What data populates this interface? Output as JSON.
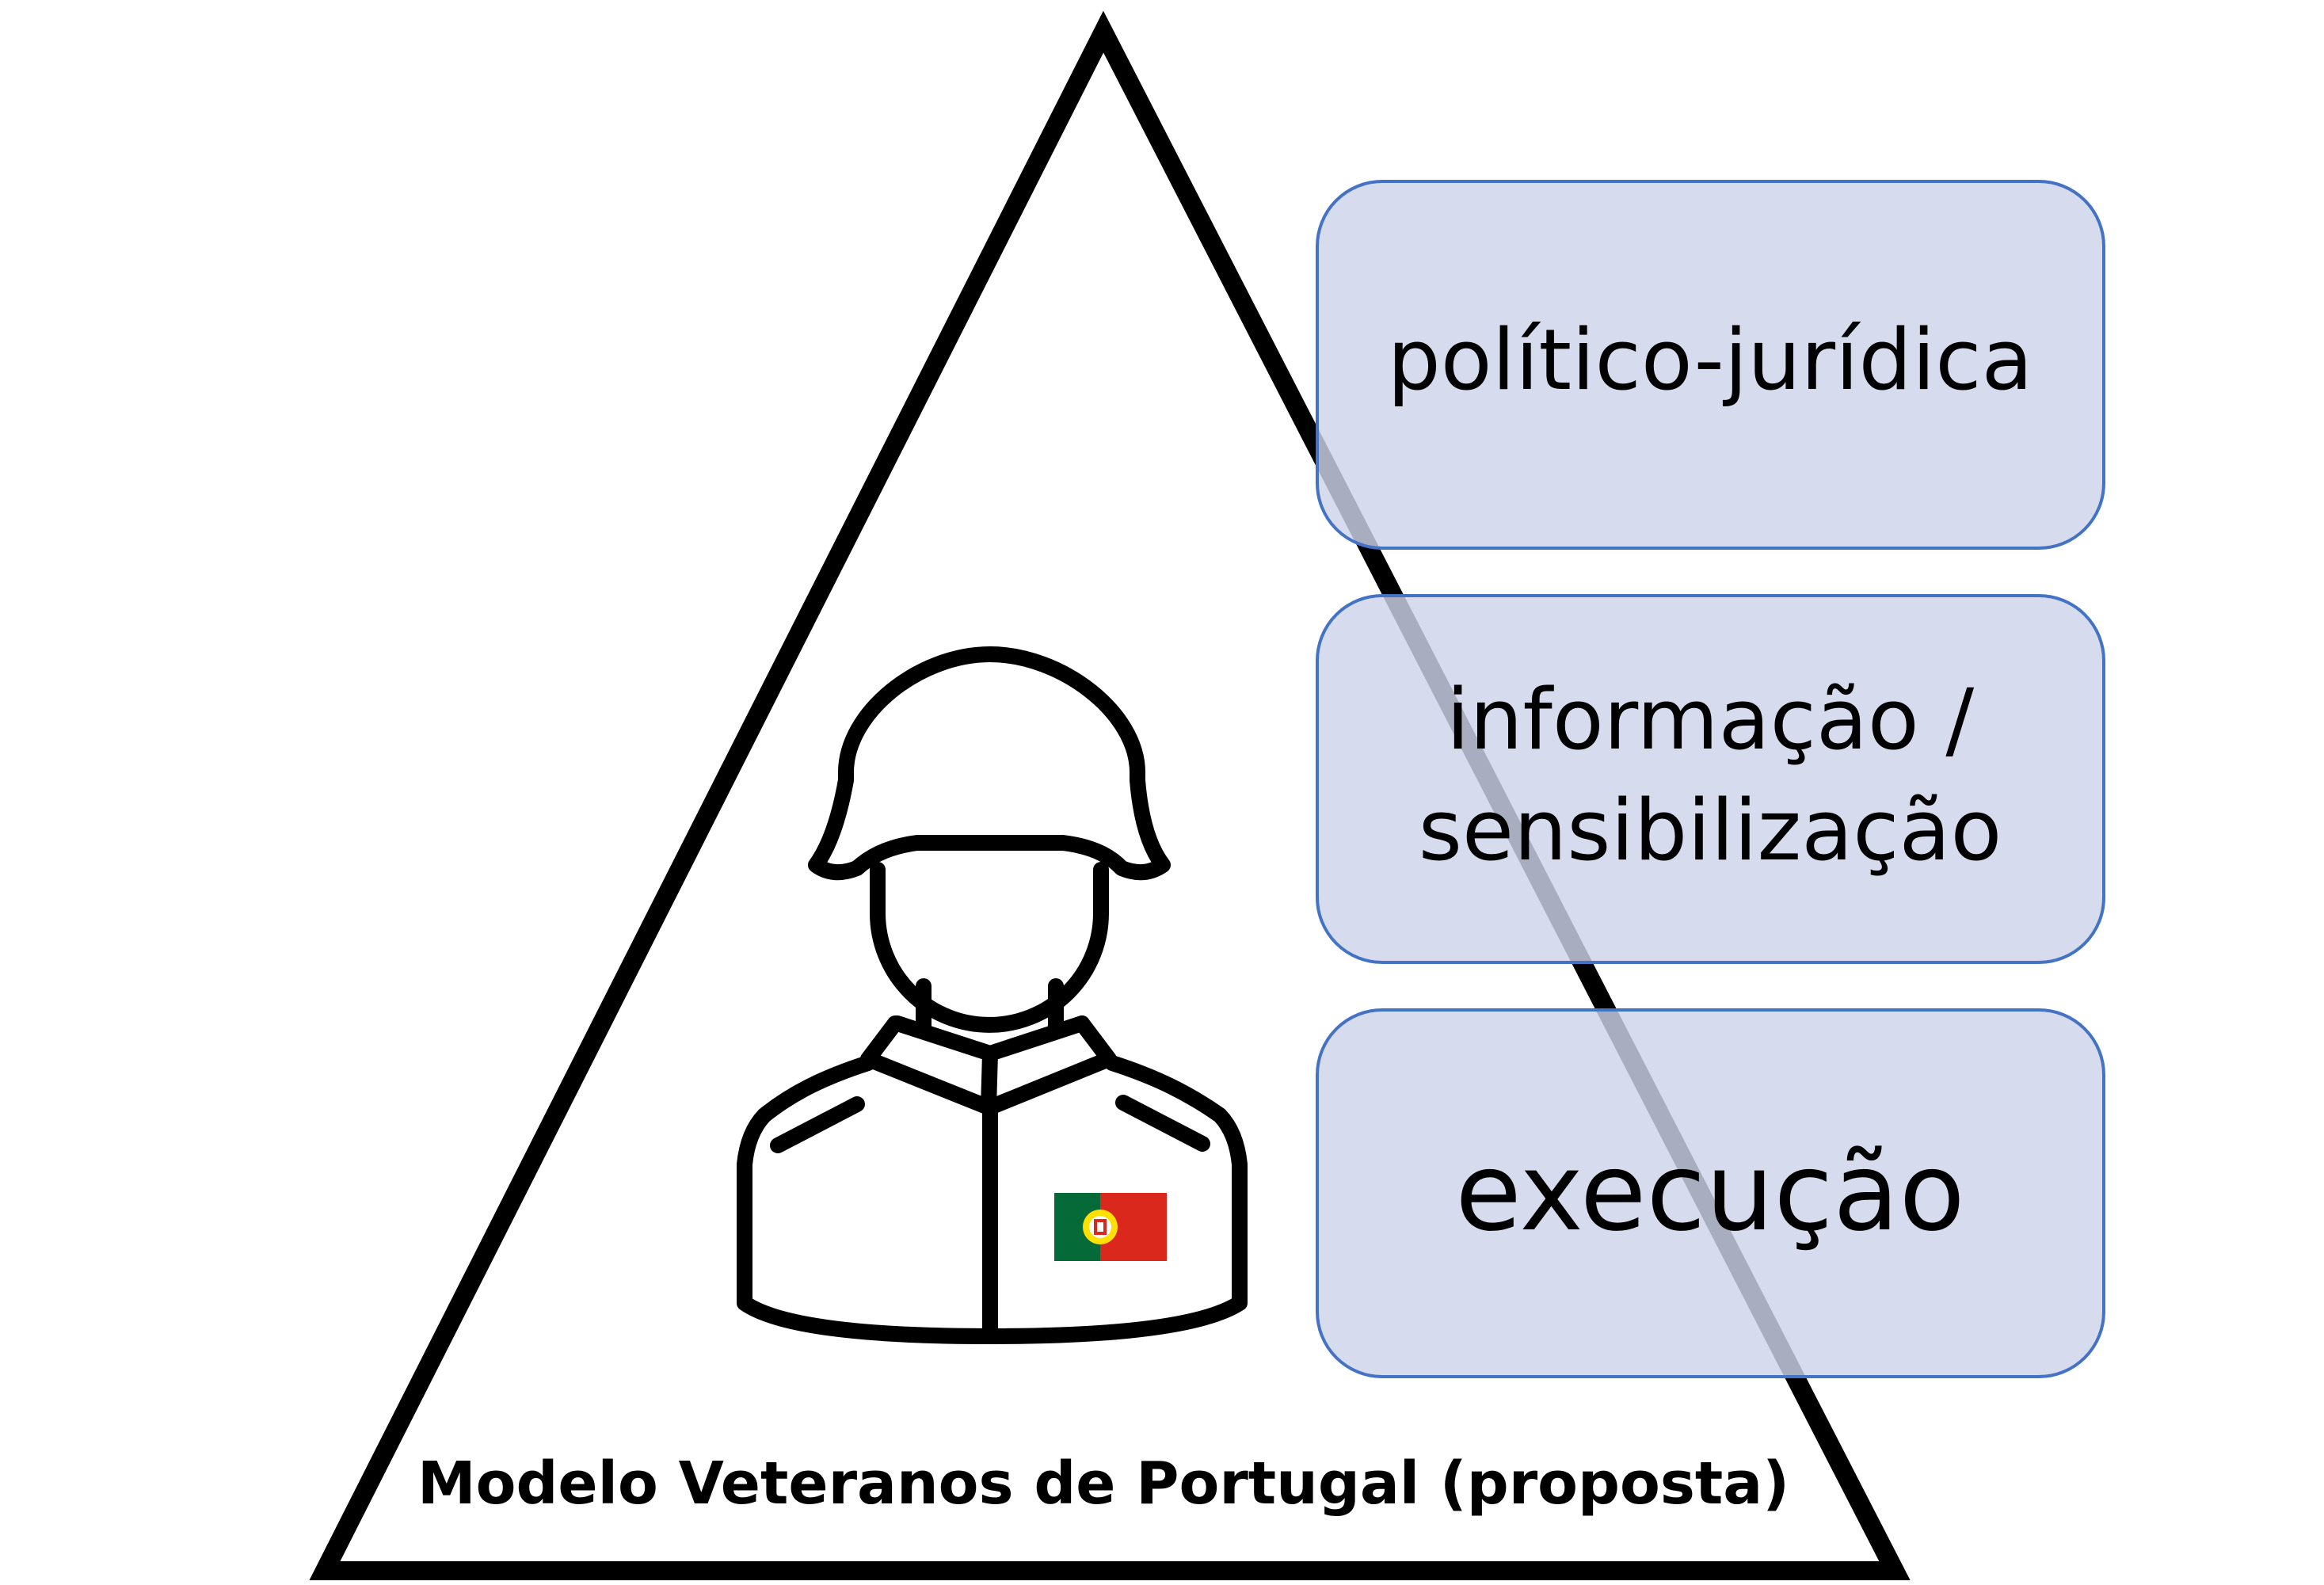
{
  "caption": "Modelo Veteranos de Portugal (proposta)",
  "boxes": [
    {
      "lines": [
        "político-jurídica"
      ]
    },
    {
      "lines": [
        "informação /",
        "sensibilização"
      ]
    },
    {
      "lines": [
        "execução"
      ]
    }
  ],
  "colors": {
    "box_fill": "#cdd4e9",
    "box_border": "#4472c4",
    "outline": "#000000",
    "flag_green": "#046a38",
    "flag_red": "#da291c",
    "flag_emblem": "#ffe000"
  },
  "icons": {
    "figure": "soldier-icon",
    "flag": "portugal-flag-icon"
  }
}
